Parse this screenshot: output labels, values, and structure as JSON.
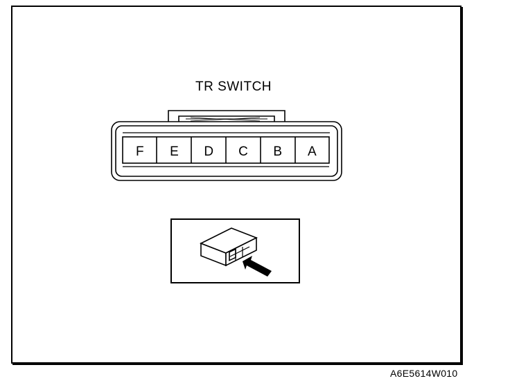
{
  "diagram": {
    "title": "TR SWITCH",
    "pins": [
      "F",
      "E",
      "D",
      "C",
      "B",
      "A"
    ],
    "reference_code": "A6E5614W010"
  }
}
